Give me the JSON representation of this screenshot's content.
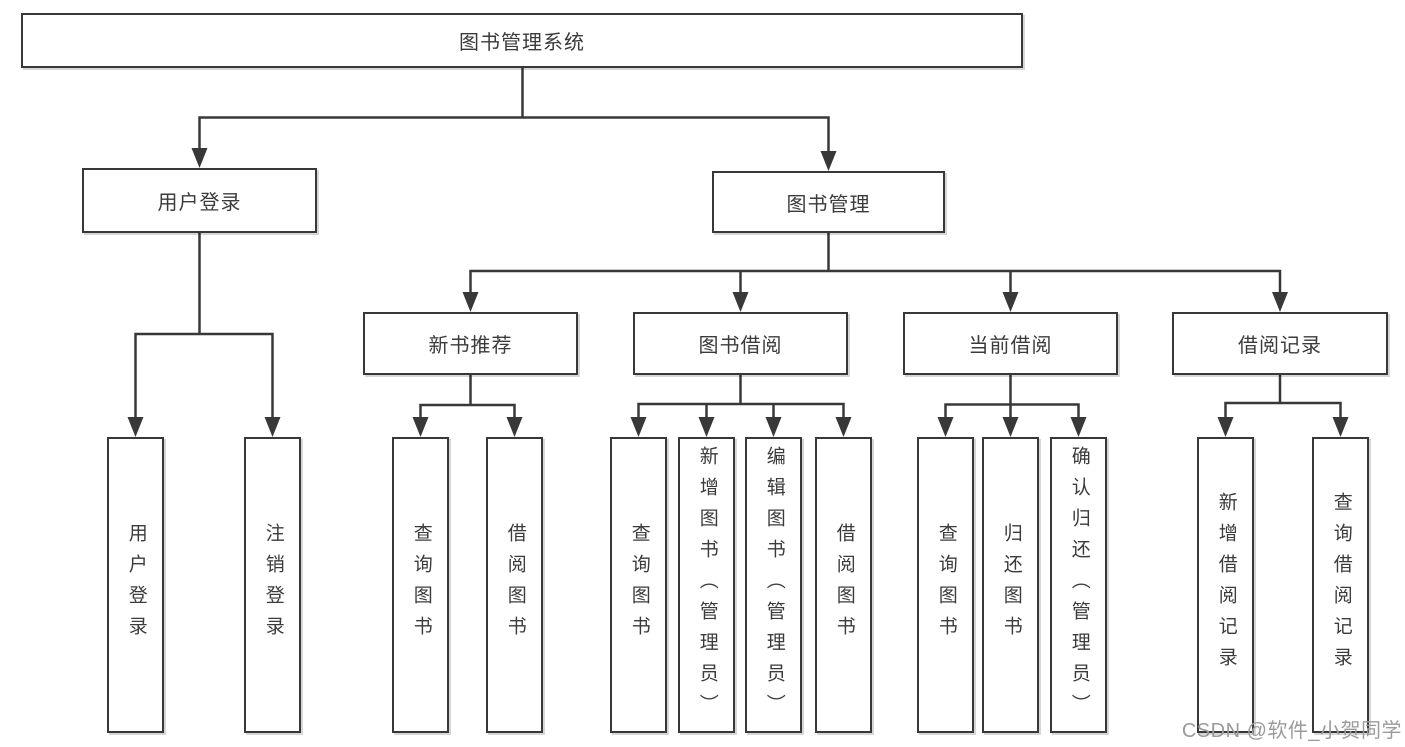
{
  "watermark": "CSDN @软件_小贺同学",
  "colors": {
    "line": "#383838",
    "text": "#3b3b3b",
    "box_background": "#ffffff",
    "page_background": "#ffffff",
    "watermark": "#9b9b9b"
  },
  "tree": {
    "label": "图书管理系统",
    "children": [
      {
        "label": "用户登录",
        "children": [
          {
            "label": "用户登录"
          },
          {
            "label": "注销登录"
          }
        ]
      },
      {
        "label": "图书管理",
        "children": [
          {
            "label": "新书推荐",
            "children": [
              {
                "label": "查询图书"
              },
              {
                "label": "借阅图书"
              }
            ]
          },
          {
            "label": "图书借阅",
            "children": [
              {
                "label": "查询图书"
              },
              {
                "label": "新增图书（管理员）"
              },
              {
                "label": "编辑图书（管理员）"
              },
              {
                "label": "借阅图书"
              }
            ]
          },
          {
            "label": "当前借阅",
            "children": [
              {
                "label": "查询图书"
              },
              {
                "label": "归还图书"
              },
              {
                "label": "确认归还（管理员）"
              }
            ]
          },
          {
            "label": "借阅记录",
            "children": [
              {
                "label": "新增借阅记录"
              },
              {
                "label": "查询借阅记录"
              }
            ]
          }
        ]
      }
    ]
  }
}
